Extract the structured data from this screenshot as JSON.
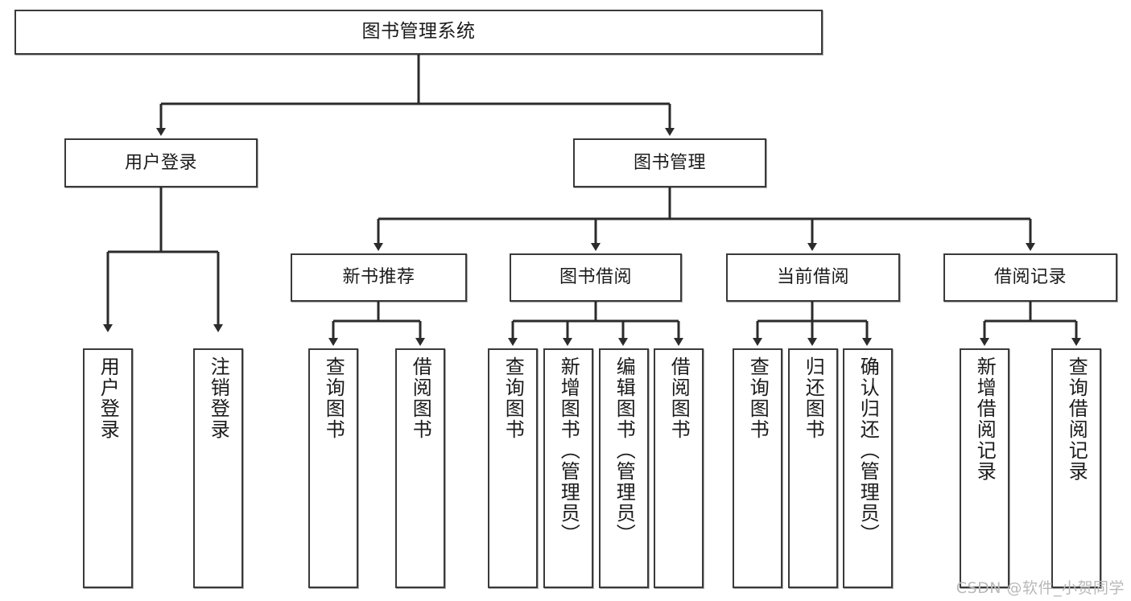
{
  "diagram": {
    "title": "图书管理系统",
    "type": "tree-hierarchy-chart",
    "background_color": "#ffffff",
    "line_color": "#3a3a3a",
    "box_border_color": "#3a3a3a",
    "text_color": "#1b1b1b",
    "root": {
      "label": "图书管理系统"
    },
    "level2": [
      {
        "label": "用户登录"
      },
      {
        "label": "图书管理"
      }
    ],
    "level3": [
      {
        "label": "新书推荐"
      },
      {
        "label": "图书借阅"
      },
      {
        "label": "当前借阅"
      },
      {
        "label": "借阅记录"
      }
    ],
    "leaves": {
      "user_login": [
        {
          "label": "用户登录"
        },
        {
          "label": "注销登录"
        }
      ],
      "new_book_recommend": [
        {
          "label": "查询图书"
        },
        {
          "label": "借阅图书"
        }
      ],
      "book_borrow": [
        {
          "label": "查询图书"
        },
        {
          "label": "新增图书（管理员）"
        },
        {
          "label": "编辑图书（管理员）"
        },
        {
          "label": "借阅图书"
        }
      ],
      "current_borrow": [
        {
          "label": "查询图书"
        },
        {
          "label": "归还图书"
        },
        {
          "label": "确认归还（管理员）"
        }
      ],
      "borrow_record": [
        {
          "label": "新增借阅记录"
        },
        {
          "label": "查询借阅记录"
        }
      ]
    }
  },
  "watermark": {
    "text": "CSDN @软件_小贺同学"
  }
}
